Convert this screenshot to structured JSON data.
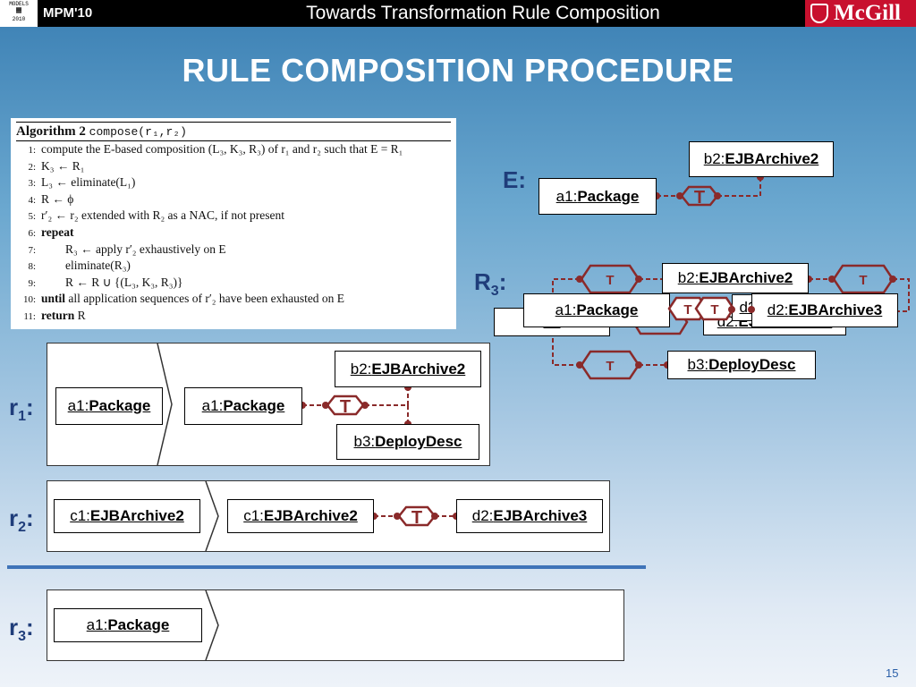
{
  "header": {
    "conf_logo_lines": [
      "MODELS",
      "2010"
    ],
    "conf_name": "MPM'10",
    "talk_title": "Towards Transformation Rule Composition",
    "university": "McGill"
  },
  "slide": {
    "title": "RULE COMPOSITION PROCEDURE",
    "page_number": "15"
  },
  "algorithm": {
    "heading_kw": "Algorithm 2",
    "heading_fn": "compose(r₁,r₂)",
    "lines": [
      {
        "n": "1:",
        "pre": "",
        "text": "compute the E-based composition (L₃, K₃, R₃) of r₁ and r₂ such that E = R₁"
      },
      {
        "n": "2:",
        "pre": "",
        "text": "K₃ ← R₁"
      },
      {
        "n": "3:",
        "pre": "",
        "text": "L₃ ← eliminate(L₁)"
      },
      {
        "n": "4:",
        "pre": "",
        "text": "R ← ϕ"
      },
      {
        "n": "5:",
        "pre": "",
        "text": "r′₂ ← r₂ extended with R₂ as a NAC, if not present"
      },
      {
        "n": "6:",
        "pre": "repeat",
        "text": ""
      },
      {
        "n": "7:",
        "pre": "",
        "text": "  R₃ ← apply r′₂ exhaustively on E"
      },
      {
        "n": "8:",
        "pre": "",
        "text": "  eliminate(R₃)"
      },
      {
        "n": "9:",
        "pre": "",
        "text": "  R ← R ∪ {(L₃, K₃, R₃)}"
      },
      {
        "n": "10:",
        "pre": "until",
        "text": " all application sequences of r′₂ have been exhausted on E"
      },
      {
        "n": "11:",
        "pre": "return",
        "text": " R"
      }
    ]
  },
  "labels": {
    "E": "E:",
    "R3": "R",
    "R3_sub": "3",
    "R3_colon": ":",
    "r1": "r",
    "r1_sub": "1",
    "r2": "r",
    "r2_sub": "2",
    "r3": "r",
    "r3_sub": "3",
    "colon": ":",
    "trace": "T"
  },
  "nodes": {
    "a1": {
      "name": "a1:",
      "type": "Package"
    },
    "b2": {
      "name": "b2:",
      "type": "EJBArchive2"
    },
    "b3": {
      "name": "b3:",
      "type": "DeployDesc"
    },
    "c1": {
      "name": "c1:",
      "type": "EJBArchive2"
    },
    "d2": {
      "name": "d2:",
      "type": "EJBArchive3"
    },
    "d2_hidden": {
      "name": "d2:",
      "type": "EJBArchive3"
    },
    "d2_frag": {
      "name": "d2",
      "type": ""
    },
    "a1_frag": {
      "name": "a1",
      "type": ""
    }
  }
}
